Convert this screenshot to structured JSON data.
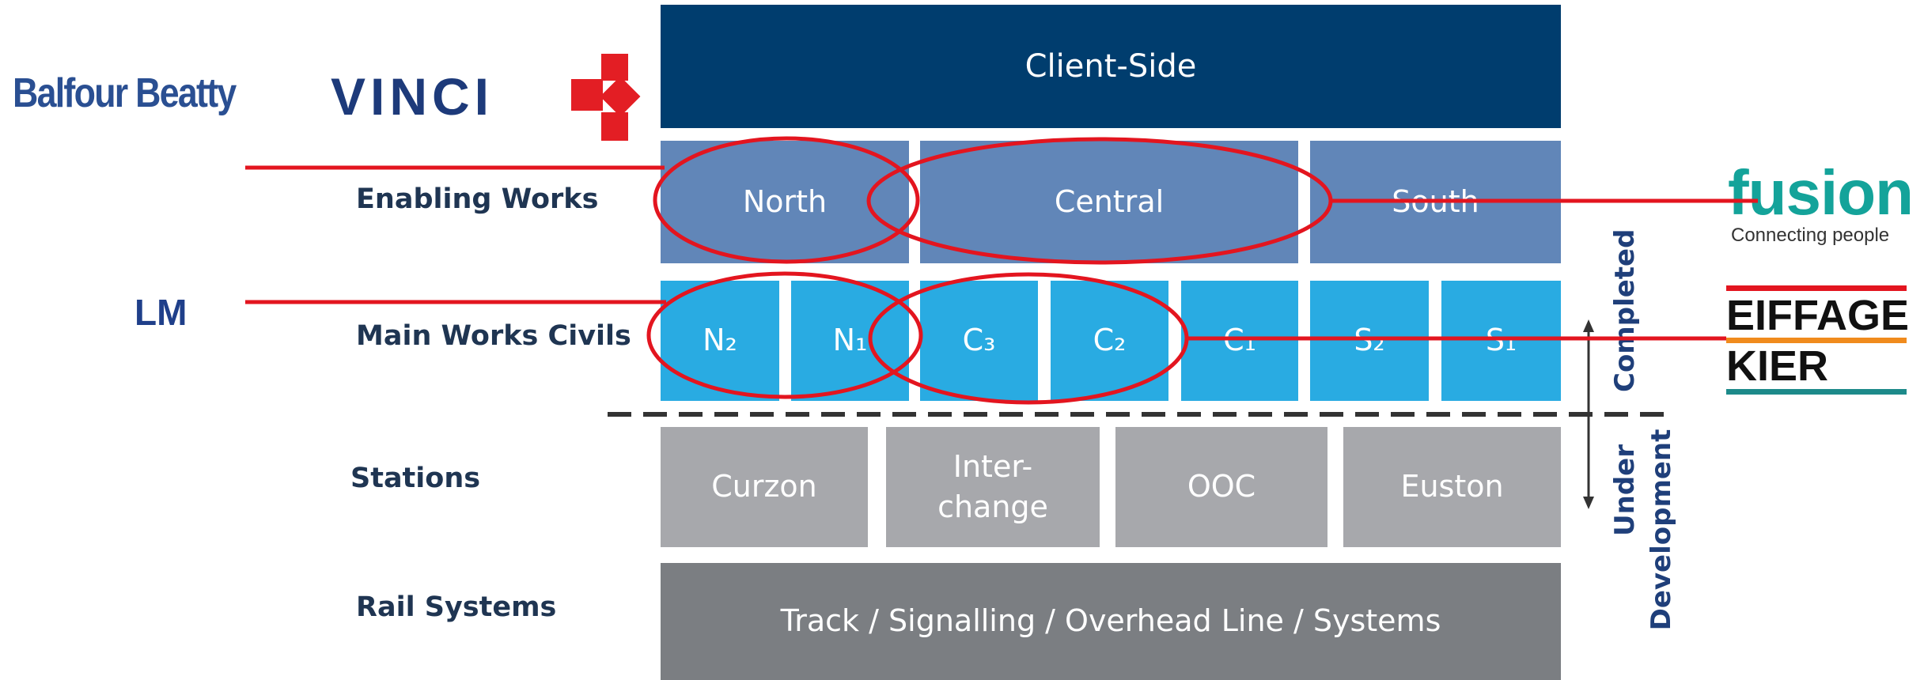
{
  "row_labels": {
    "enabling": "Enabling Works",
    "main": "Main Works Civils",
    "stations": "Stations",
    "rail": "Rail Systems"
  },
  "blocks": {
    "client": "Client-Side",
    "north": "North",
    "central": "Central",
    "south": "South",
    "n2": "N₂",
    "n1": "N₁",
    "c3": "C₃",
    "c2": "C₂",
    "c1": "C₁",
    "s2": "S₂",
    "s1": "S₁",
    "curzon": "Curzon",
    "interchange_1": "Inter-",
    "interchange_2": "change",
    "ooc": "OOC",
    "euston": "Euston",
    "rail_systems": "Track / Signalling / Overhead Line / Systems"
  },
  "status": {
    "completed": "Completed",
    "under": "Under",
    "development": "Development"
  },
  "contractors": {
    "balfour_beatty": "Balfour Beatty",
    "vinci": "VINCI",
    "lm": "LM",
    "fusion": "fusion",
    "fusion_tagline": "Connecting people",
    "eiffage": "EIFFAGE",
    "kier": "KIER"
  },
  "colors": {
    "client_side": "#003d6e",
    "enabling_works": "#6186b8",
    "main_works": "#29abe2",
    "stations": "#a7a8ac",
    "rail_systems": "#7b7e82",
    "highlight": "#e3151f",
    "vinci_red": "#e31e24",
    "fusion_teal": "#14a39a"
  },
  "icons": [
    "vinci-logo-icon",
    "double-headed-arrow-icon"
  ]
}
